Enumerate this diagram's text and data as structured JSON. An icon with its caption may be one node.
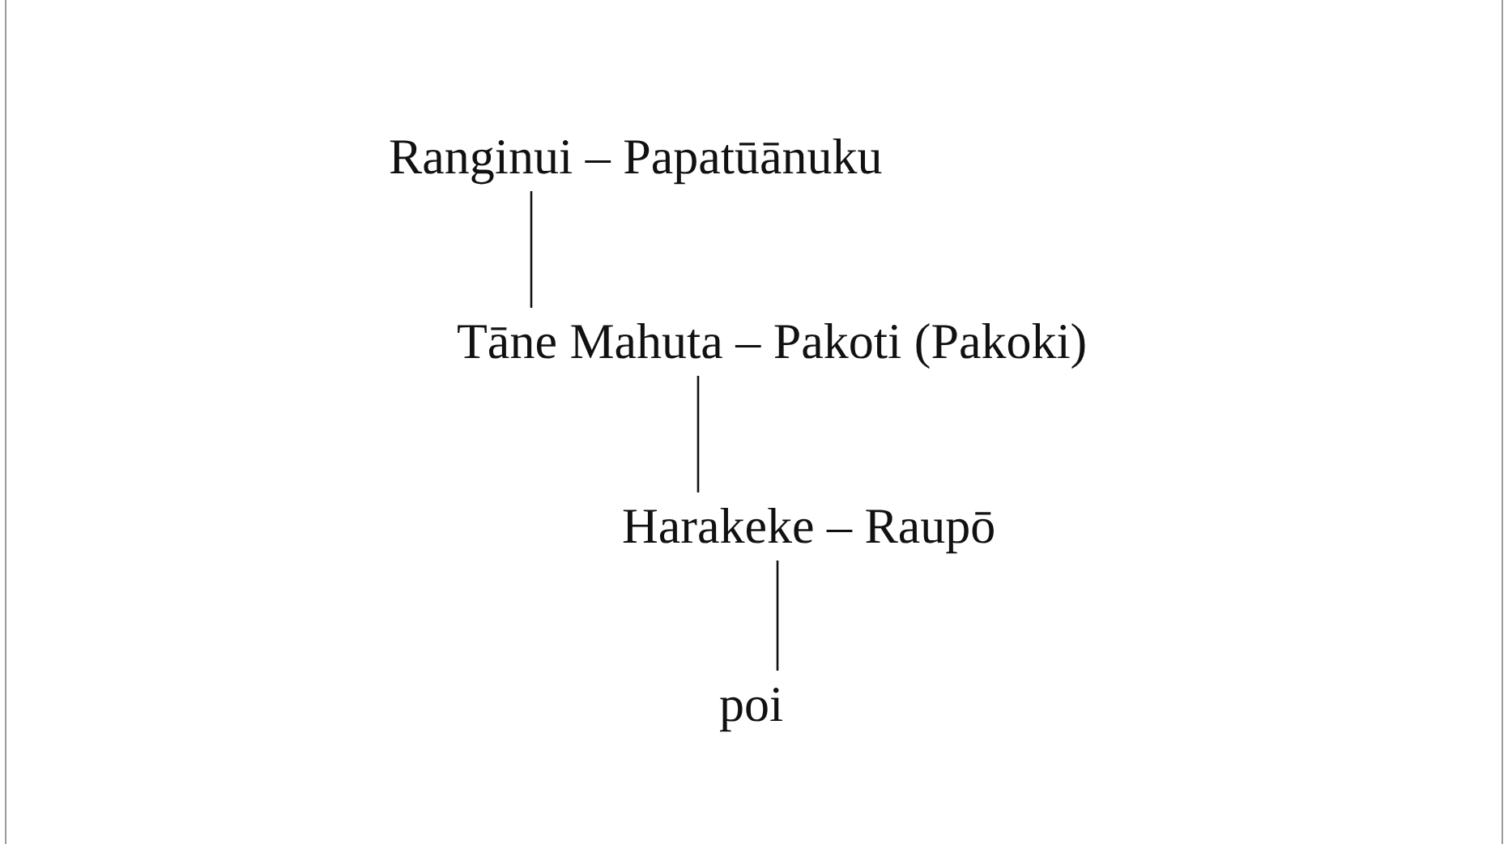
{
  "diagram": {
    "nodes": [
      {
        "text": [
          "Ranginui – Papatūānuku"
        ]
      },
      {
        "text": [
          "Tāne Mahuta – Pakoti (Pakoki)"
        ]
      },
      {
        "text": [
          "Harakeke – Raupō"
        ]
      },
      {
        "text": [
          "poi"
        ]
      }
    ],
    "edges": [
      {
        "from": 0,
        "to": 1,
        "arrow": "none"
      },
      {
        "from": 1,
        "to": 2,
        "arrow": "none"
      },
      {
        "from": 2,
        "to": 3,
        "arrow": "none"
      }
    ]
  }
}
